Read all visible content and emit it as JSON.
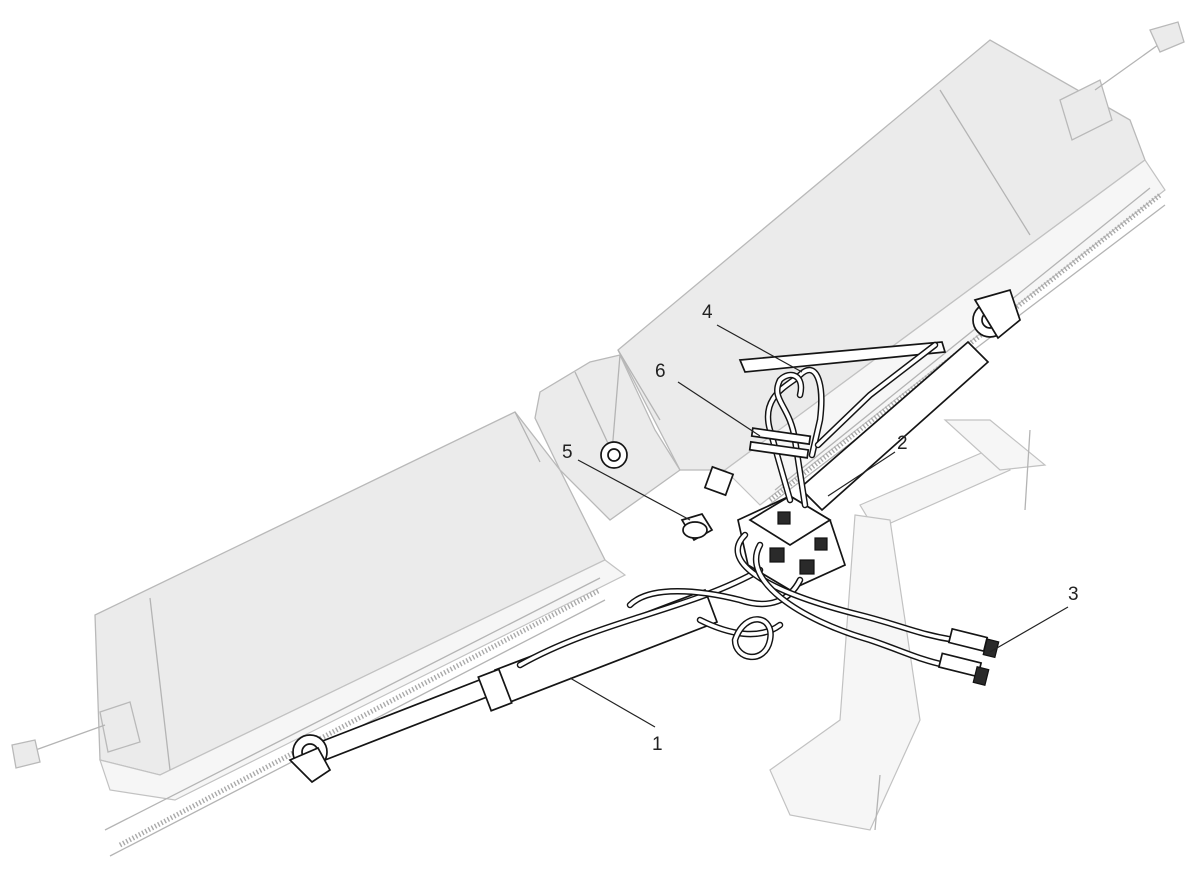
{
  "diagram": {
    "colors": {
      "ghost_fill": "#ebebeb",
      "ghost_stroke": "#b9b9b9",
      "part_stroke": "#151515",
      "label_text": "#222222"
    },
    "callouts": [
      {
        "id": "1",
        "label": "1"
      },
      {
        "id": "2",
        "label": "2"
      },
      {
        "id": "3",
        "label": "3"
      },
      {
        "id": "4",
        "label": "4"
      },
      {
        "id": "5",
        "label": "5"
      },
      {
        "id": "6",
        "label": "6"
      }
    ]
  }
}
